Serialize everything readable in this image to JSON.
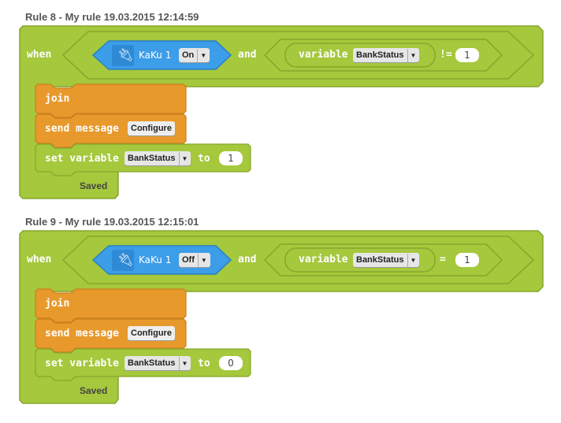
{
  "rules": [
    {
      "title": "Rule 8 - My rule 19.03.2015 12:14:59",
      "when": "when",
      "device": "KaKu 1",
      "state": "On",
      "and": "and",
      "variable_kw": "variable",
      "variable": "BankStatus",
      "operator": "!=",
      "compare_value": "1",
      "join": "join",
      "send_message": "send message",
      "message": "Configure",
      "set_variable": "set variable",
      "set_var_name": "BankStatus",
      "to": "to",
      "set_value": "1",
      "status": "Saved"
    },
    {
      "title": "Rule 9 - My rule 19.03.2015 12:15:01",
      "when": "when",
      "device": "KaKu 1",
      "state": "Off",
      "and": "and",
      "variable_kw": "variable",
      "variable": "BankStatus",
      "operator": "=",
      "compare_value": "1",
      "join": "join",
      "send_message": "send message",
      "message": "Configure",
      "set_variable": "set variable",
      "set_var_name": "BankStatus",
      "to": "to",
      "set_value": "0",
      "status": "Saved"
    }
  ],
  "colors": {
    "green": "#a5c83c",
    "orange": "#e8992c",
    "blue": "#3c9de8"
  },
  "icons": {
    "device": "plug-icon",
    "dropdown": "caret-down-icon"
  }
}
